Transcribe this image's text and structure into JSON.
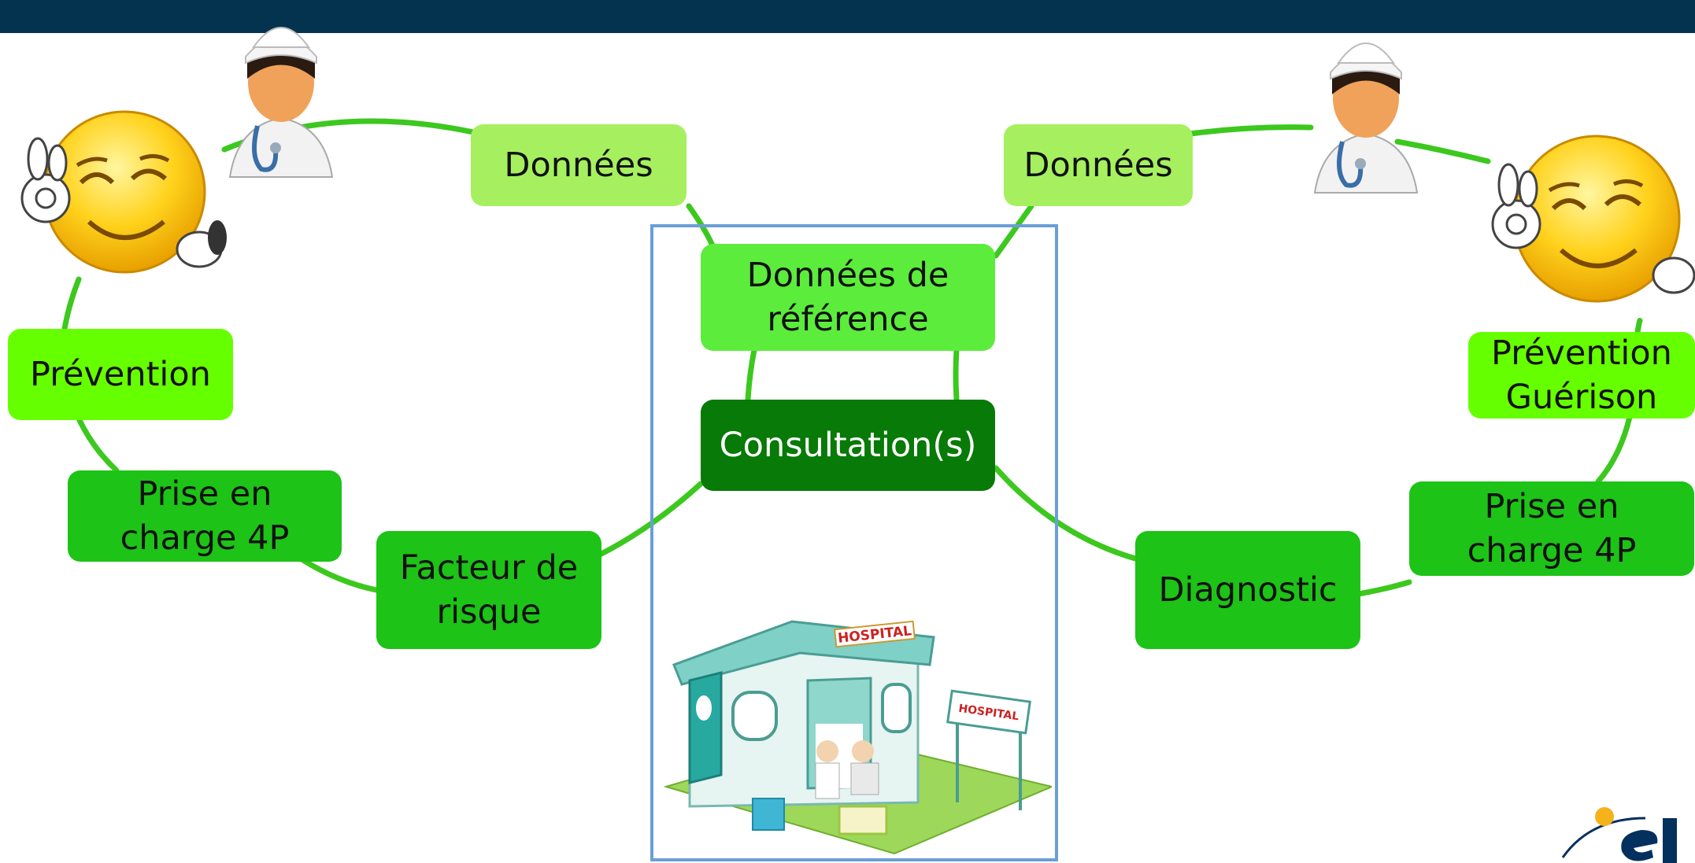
{
  "header": {
    "bar_color": "#043350"
  },
  "colors": {
    "connector": "#3cc81e",
    "frame_border": "#6a9fd6",
    "lime": "#66ff00",
    "dark_node": "#077a07"
  },
  "nodes": {
    "donnees_left": "Données",
    "donnees_right": "Données",
    "donnees_reference": "Données de\nréférence",
    "consultations": "Consultation(s)",
    "prevention_left": "Prévention",
    "prise_en_charge_left": "Prise en\ncharge 4P",
    "facteur_de_risque": "Facteur de\nrisque",
    "diagnostic": "Diagnostic",
    "prise_en_charge_right": "Prise en\ncharge 4P",
    "prevention_guerison": "Prévention\nGuérison"
  },
  "images": {
    "left_smiley": "ok-hand-smiley-icon",
    "right_smiley": "ok-hand-smiley-icon",
    "left_doctor": "doctor-icon",
    "right_doctor": "doctor-icon",
    "hospital": "toy-hospital-image",
    "hospital_signs": [
      "HOSPITAL",
      "HOSPITAL"
    ],
    "logo": "corner-logo"
  }
}
